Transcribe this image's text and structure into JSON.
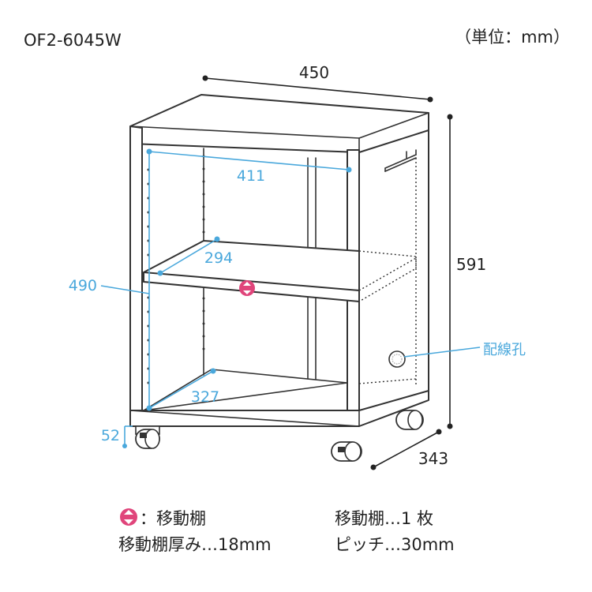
{
  "header": {
    "model": "OF2-6045W",
    "unit": "（単位：mm）"
  },
  "dimensions": {
    "width": "450",
    "depth": "343",
    "height": "591",
    "inner_width": "411",
    "shelf_depth": "294",
    "inner_height": "490",
    "bottom_depth": "327",
    "clearance": "52"
  },
  "labels": {
    "cable_hole": "配線孔"
  },
  "legend": {
    "movable_shelf_marker": "：移動棚",
    "shelf_count": "移動棚…1 枚",
    "shelf_thickness": "移動棚厚み…18mm",
    "pitch": "ピッチ…30mm"
  },
  "colors": {
    "outline": "#333333",
    "dimension_blue": "#4aa8dc",
    "shelf_marker": "#e0457b"
  }
}
